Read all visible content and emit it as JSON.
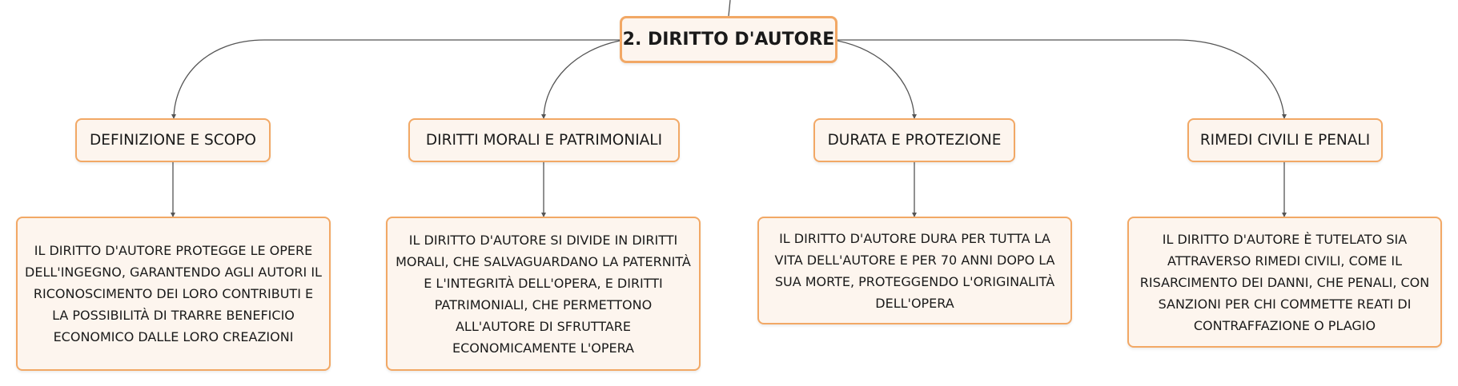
{
  "root": {
    "label": "2. DIRITTO D'AUTORE"
  },
  "branches": [
    {
      "label": "DEFINIZIONE E SCOPO",
      "detail": "IL DIRITTO D'AUTORE PROTEGGE LE OPERE DELL'INGEGNO, GARANTENDO AGLI AUTORI IL RICONOSCIMENTO DEI LORO CONTRIBUTI E LA POSSIBILITÀ DI TRARRE BENEFICIO ECONOMICO DALLE LORO CREAZIONI"
    },
    {
      "label": "DIRITTI MORALI E PATRIMONIALI",
      "detail": "IL DIRITTO D'AUTORE SI DIVIDE IN DIRITTI MORALI, CHE SALVAGUARDANO LA PATERNITÀ E L'INTEGRITÀ DELL'OPERA, E DIRITTI PATRIMONIALI, CHE PERMETTONO ALL'AUTORE DI SFRUTTARE ECONOMICAMENTE L'OPERA"
    },
    {
      "label": "DURATA E PROTEZIONE",
      "detail": "IL DIRITTO D'AUTORE DURA PER TUTTA LA VITA DELL'AUTORE E PER 70 ANNI DOPO LA SUA MORTE, PROTEGGENDO L'ORIGINALITÀ DELL'OPERA"
    },
    {
      "label": "RIMEDI CIVILI E PENALI",
      "detail": "IL DIRITTO D'AUTORE È TUTELATO SIA ATTRAVERSO RIMEDI CIVILI, COME IL RISARCIMENTO DEI DANNI, CHE PENALI, CON SANZIONI PER CHI COMMETTE REATI DI CONTRAFFAZIONE O PLAGIO"
    }
  ],
  "colors": {
    "node_fill": "#fdf5ee",
    "node_border": "#f2a865",
    "connector": "#555555"
  }
}
